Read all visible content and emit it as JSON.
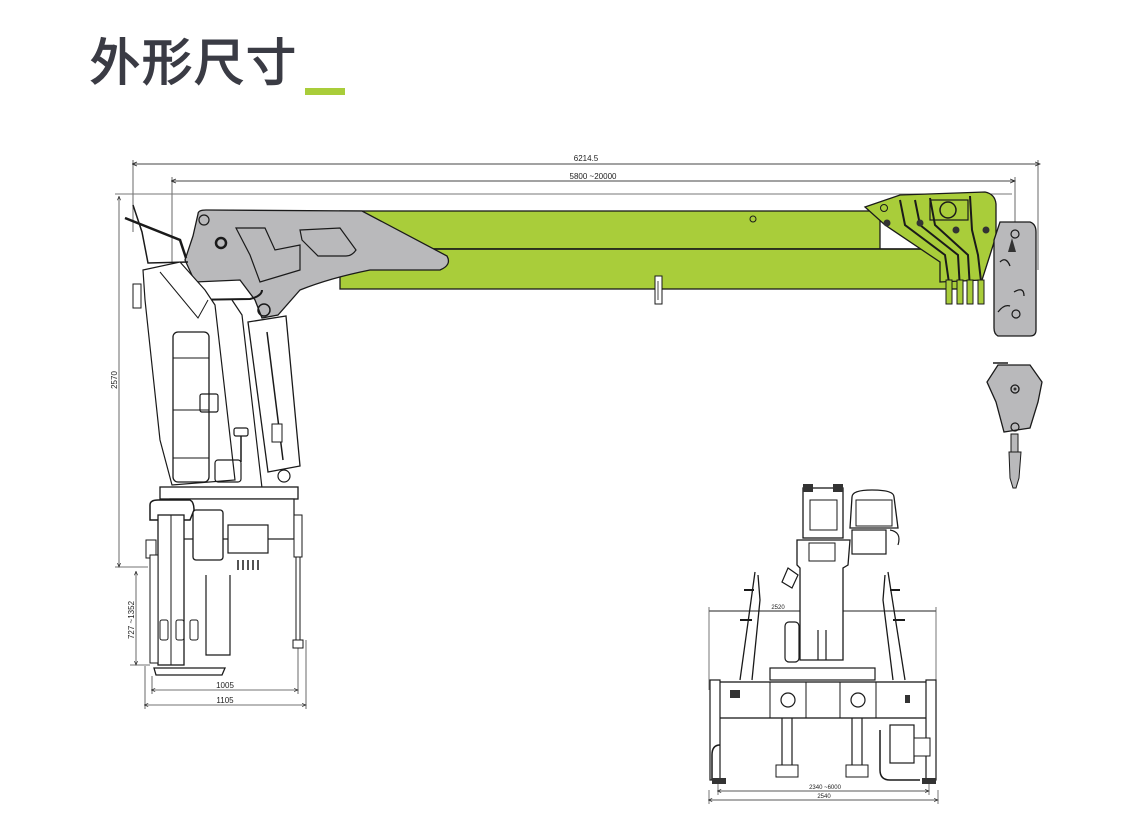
{
  "header": {
    "title": "外形尺寸"
  },
  "colors": {
    "accent": "#a9cd3a",
    "boom_green": "#a9cd3a",
    "structure_gray": "#b9b9bb",
    "line": "#1a1a1a",
    "title_text": "#3a3b44"
  },
  "side_view": {
    "dimensions": {
      "overall_length": "6214.5",
      "boom_reach": "5800 ~20000",
      "height": "2570",
      "outrigger_height": "727 ~1352",
      "base_inner_width": "1005",
      "base_outer_width": "1105"
    }
  },
  "rear_view": {
    "dimensions": {
      "top_width": "2520",
      "outrigger_span": "2340 ~6000",
      "overall_width": "2540"
    }
  }
}
